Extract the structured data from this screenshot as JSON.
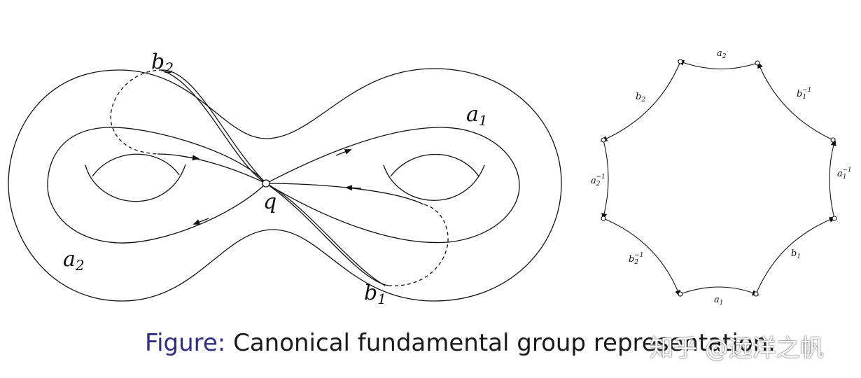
{
  "surface": {
    "labels": {
      "b2": {
        "base": "b",
        "sub": "2"
      },
      "a1": {
        "base": "a",
        "sub": "1"
      },
      "q": {
        "base": "q"
      },
      "a2": {
        "base": "a",
        "sub": "2"
      },
      "b1": {
        "base": "b",
        "sub": "1"
      }
    }
  },
  "polygon": {
    "edges": [
      {
        "base": "a",
        "sub": "2",
        "sup": ""
      },
      {
        "base": "b",
        "sub": "1",
        "sup": "−1"
      },
      {
        "base": "a",
        "sub": "1",
        "sup": "−1"
      },
      {
        "base": "b",
        "sub": "1",
        "sup": ""
      },
      {
        "base": "a",
        "sub": "1",
        "sup": ""
      },
      {
        "base": "b",
        "sub": "2",
        "sup": "−1"
      },
      {
        "base": "a",
        "sub": "2",
        "sup": "−1"
      },
      {
        "base": "b",
        "sub": "2",
        "sup": ""
      }
    ]
  },
  "caption": {
    "prefix": "Figure:",
    "text": "Canonical fundamental group representation."
  },
  "watermark": "知乎 @远洋之帆",
  "colors": {
    "ink": "#111111",
    "caption_prefix": "#2e2e86"
  }
}
